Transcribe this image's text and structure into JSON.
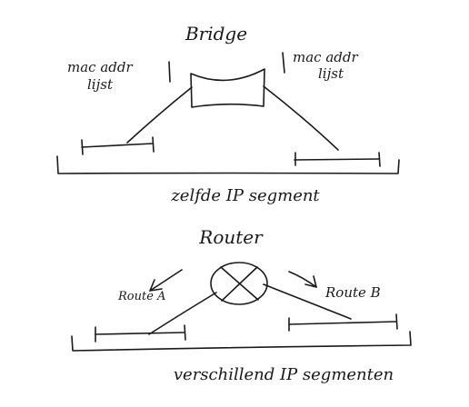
{
  "bridge_section": {
    "title": "Bridge",
    "left_table_label_line1": "mac addr",
    "left_table_label_line2": "lijst",
    "right_table_label_line1": "mac addr",
    "right_table_label_line2": "lijst",
    "caption": "zelfde IP segment"
  },
  "router_section": {
    "title": "Router",
    "route_a_label": "Route A",
    "route_b_label": "Route B",
    "caption": "verschillend IP segmenten"
  },
  "colors": {
    "ink": "#1a1a1a",
    "background": "#ffffff"
  }
}
